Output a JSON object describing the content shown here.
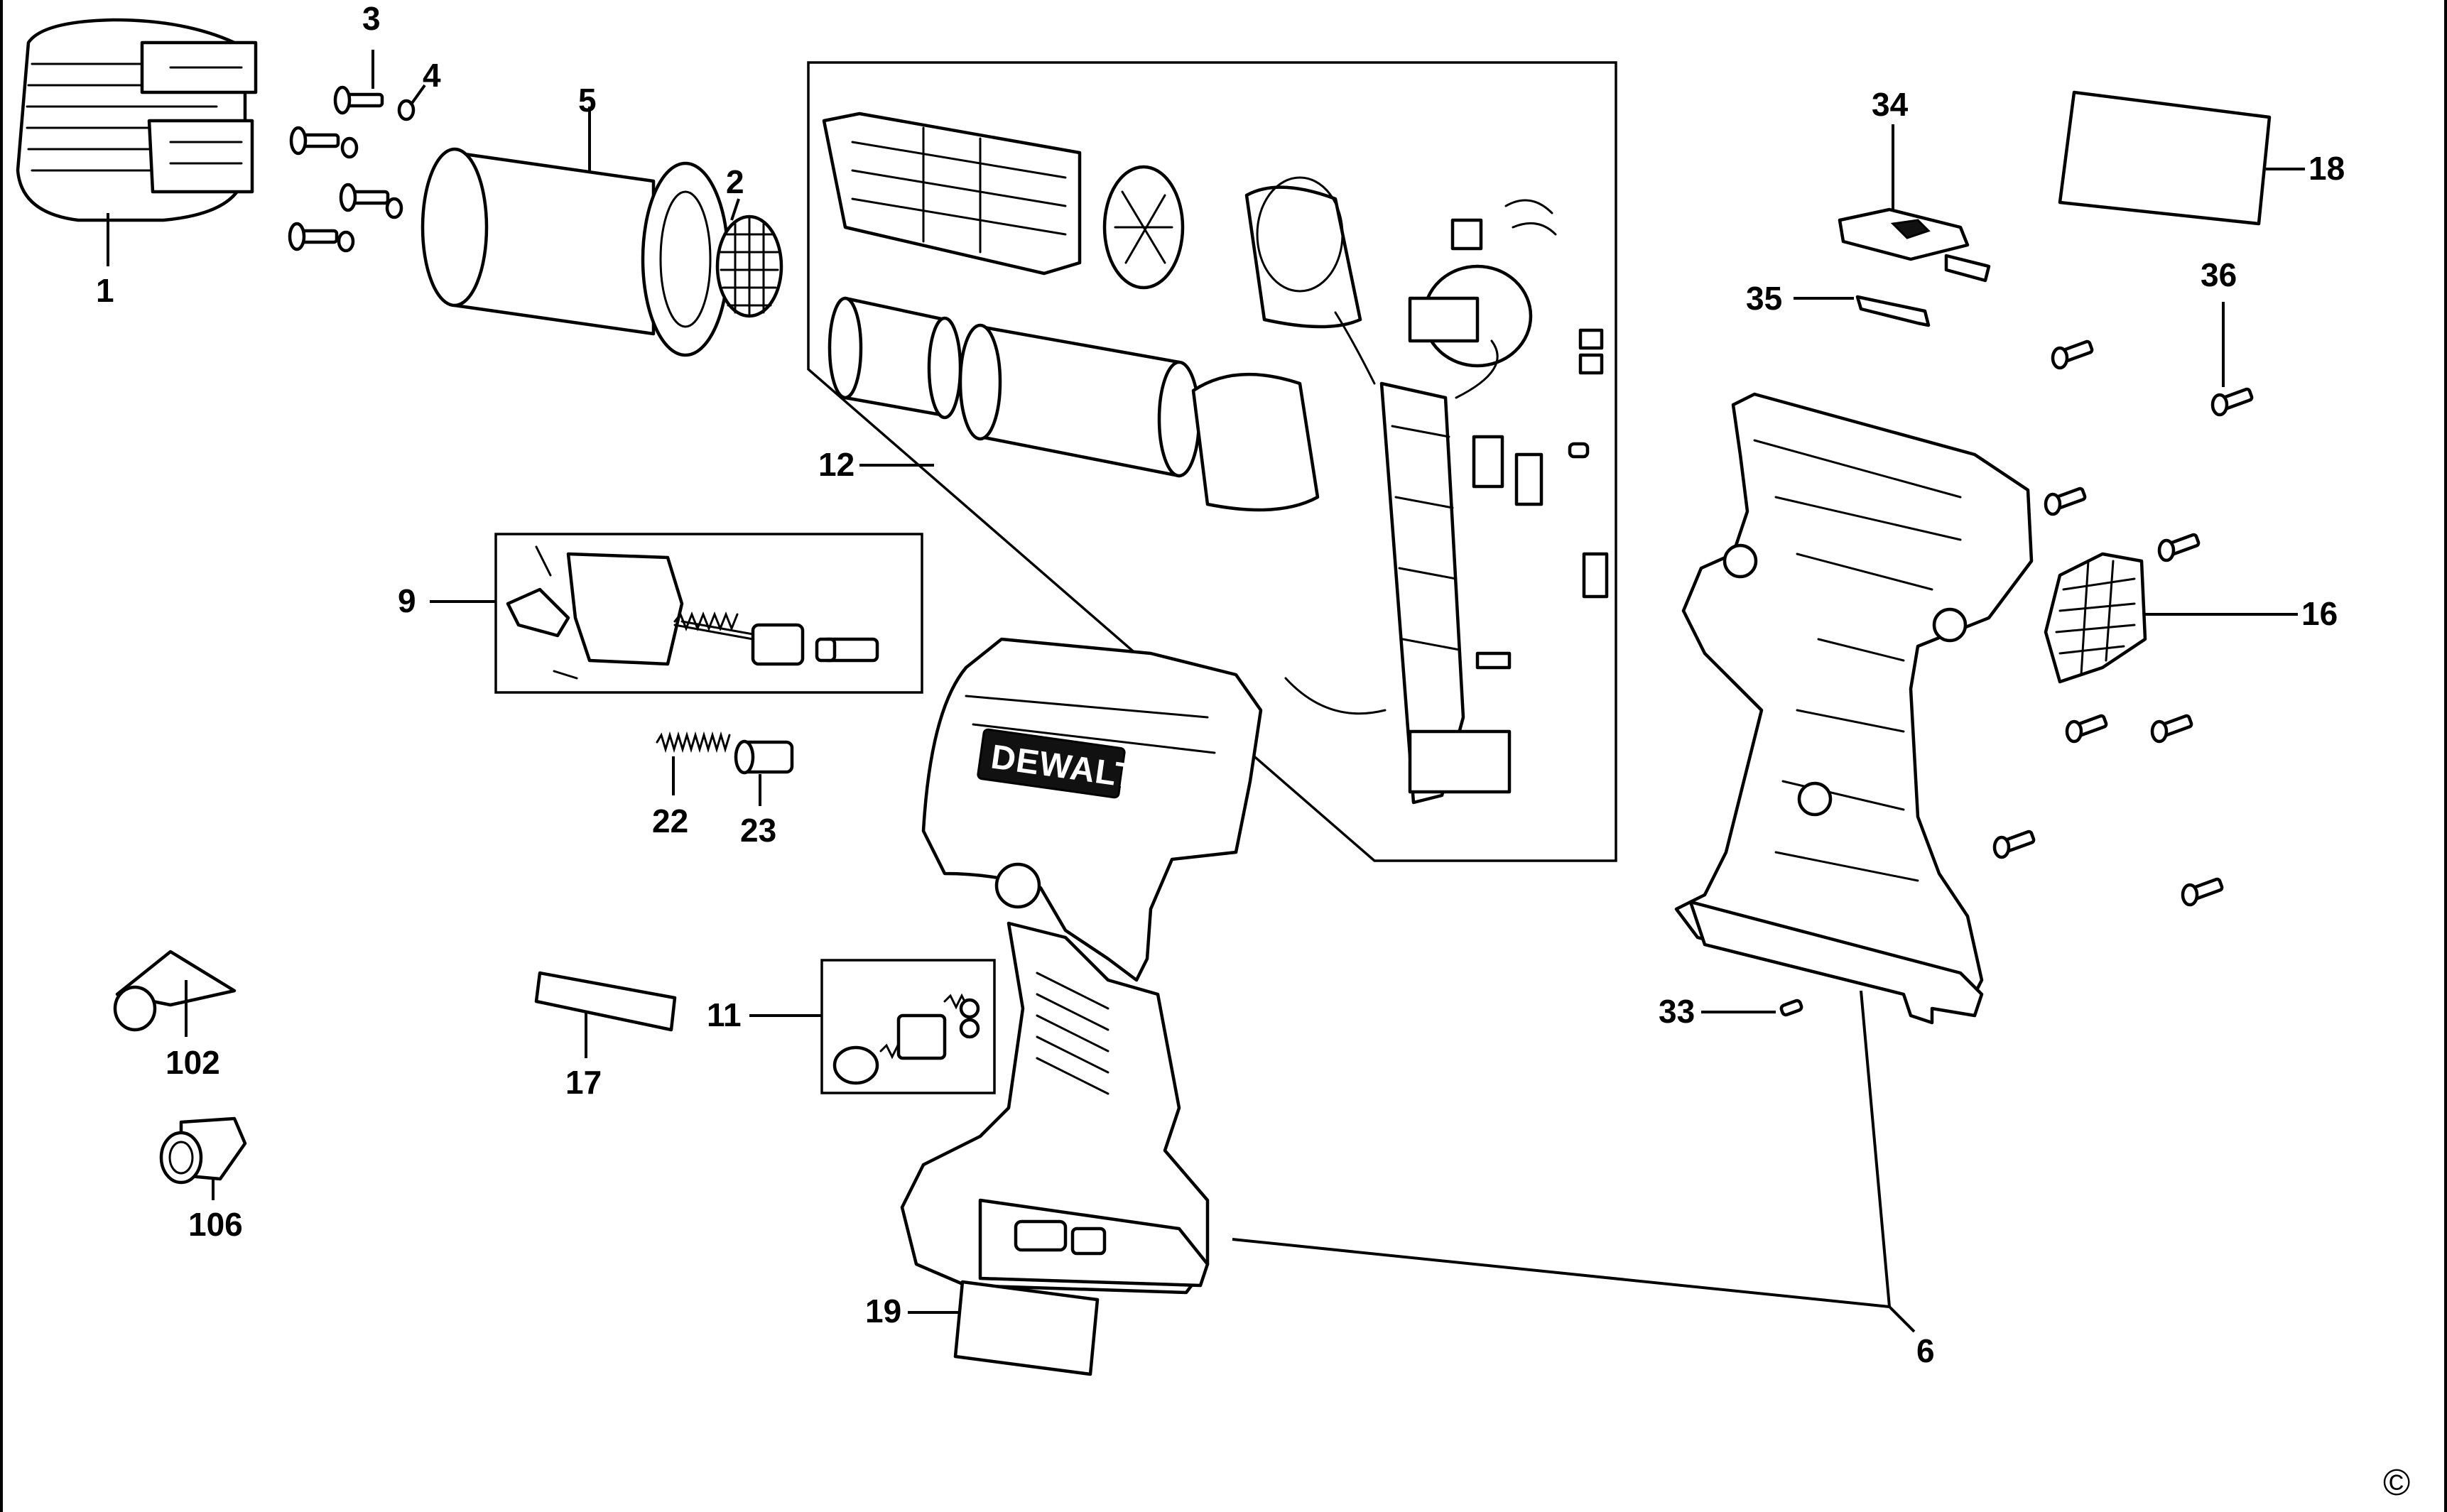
{
  "diagram": {
    "brand_logo_text": "DEWALT",
    "copyright_mark": "©",
    "callouts": [
      {
        "id": "c1",
        "label": "1"
      },
      {
        "id": "c2",
        "label": "2"
      },
      {
        "id": "c3",
        "label": "3"
      },
      {
        "id": "c4",
        "label": "4"
      },
      {
        "id": "c5",
        "label": "5"
      },
      {
        "id": "c6",
        "label": "6"
      },
      {
        "id": "c9",
        "label": "9"
      },
      {
        "id": "c11",
        "label": "11"
      },
      {
        "id": "c12",
        "label": "12"
      },
      {
        "id": "c16",
        "label": "16"
      },
      {
        "id": "c17",
        "label": "17"
      },
      {
        "id": "c18",
        "label": "18"
      },
      {
        "id": "c19",
        "label": "19"
      },
      {
        "id": "c22",
        "label": "22"
      },
      {
        "id": "c23",
        "label": "23"
      },
      {
        "id": "c33",
        "label": "33"
      },
      {
        "id": "c34",
        "label": "34"
      },
      {
        "id": "c35",
        "label": "35"
      },
      {
        "id": "c36",
        "label": "36"
      },
      {
        "id": "c102",
        "label": "102"
      },
      {
        "id": "c106",
        "label": "106"
      }
    ]
  }
}
